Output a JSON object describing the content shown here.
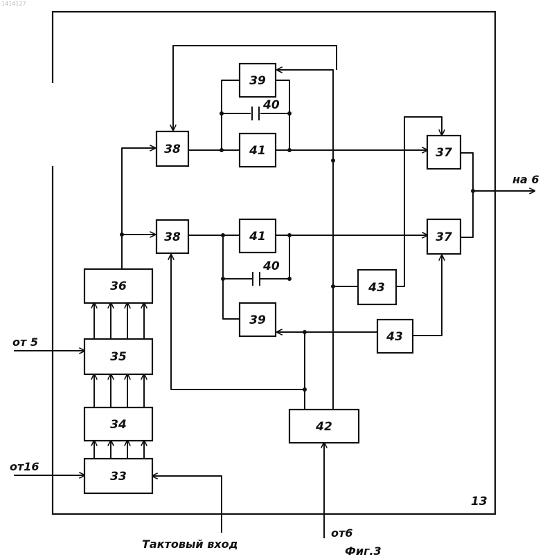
{
  "corner_mark": "1414127",
  "frame_label": "13",
  "caption": "Фиг.3",
  "blocks": {
    "b33": "33",
    "b34": "34",
    "b35": "35",
    "b36": "36",
    "b38_top": "38",
    "b38_bot": "38",
    "b39_top": "39",
    "b39_bot": "39",
    "b40_top": "40",
    "b40_bot": "40",
    "b41_top": "41",
    "b41_bot": "41",
    "b42": "42",
    "b43_top": "43",
    "b43_bot": "43",
    "b37_top": "37",
    "b37_bot": "37"
  },
  "external": {
    "in_from5": "от 5",
    "in_from16": "от16",
    "clock_input": "Тактовый вход",
    "in_from6": "от6",
    "out_to6": "на 6"
  }
}
